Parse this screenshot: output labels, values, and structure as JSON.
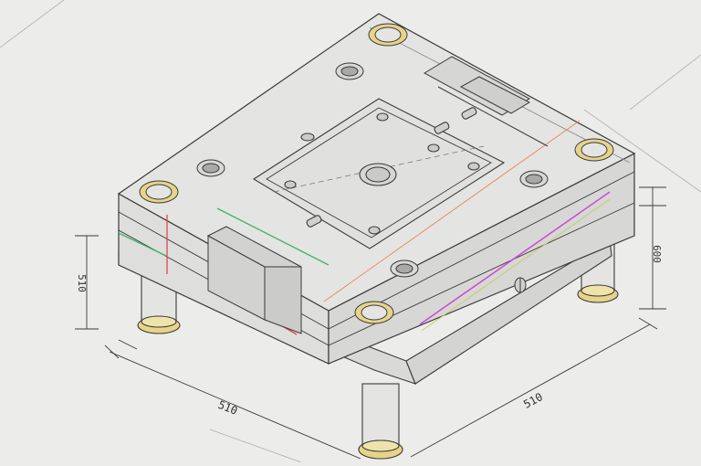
{
  "dimensions": {
    "left_height": "510",
    "right_height": "600",
    "front_width": "510",
    "depth": "510"
  },
  "colors": {
    "background": "#ececea",
    "line": "#3a3a3a",
    "face_top": "#e3e3e1",
    "face_side": "#dcdcda",
    "brass": "#e6d48a",
    "accent_green": "#3cb371",
    "accent_red": "#e04848",
    "accent_magenta": "#c84bd6",
    "accent_orange": "#e8845a"
  }
}
